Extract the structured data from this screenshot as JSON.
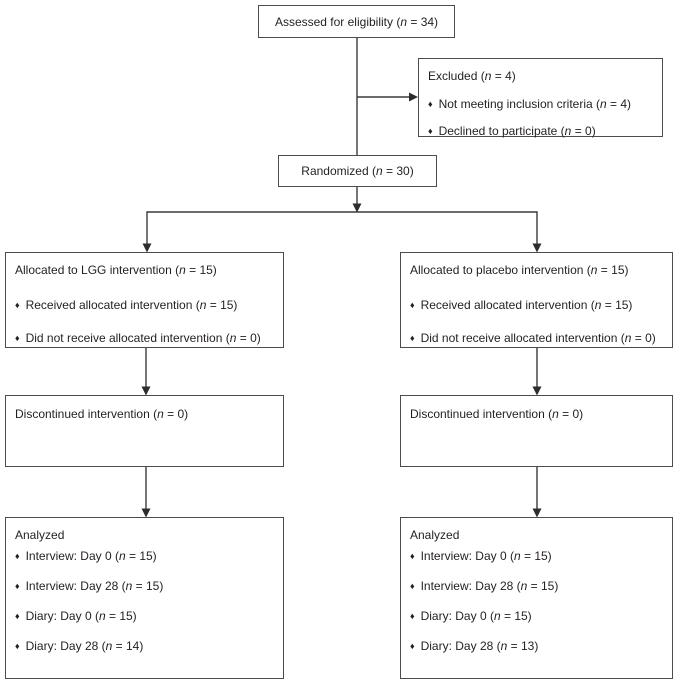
{
  "diagram": {
    "bullet_glyph": "♦",
    "colors": {
      "background": "#ffffff",
      "box_border": "#4c4c4e",
      "connector_line": "#3a3a3c",
      "text": "#231f20"
    },
    "nodes": {
      "assessed": {
        "pre": "Assessed for eligibility (",
        "var": "n",
        "post": " = 34)"
      },
      "excluded": {
        "title": {
          "pre": "Excluded (",
          "var": "n",
          "post": " = 4)"
        },
        "items": [
          {
            "pre": "Not meeting inclusion criteria (",
            "var": "n",
            "post": " = 4)"
          },
          {
            "pre": "Declined to participate (",
            "var": "n",
            "post": " = 0)"
          }
        ]
      },
      "randomized": {
        "pre": "Randomized (",
        "var": "n",
        "post": " = 30)"
      },
      "allocation_lgg": {
        "title": {
          "pre": "Allocated to LGG intervention (",
          "var": "n",
          "post": " = 15)"
        },
        "items": [
          {
            "pre": "Received allocated intervention (",
            "var": "n",
            "post": " = 15)"
          },
          {
            "pre": "Did not receive allocated intervention (",
            "var": "n",
            "post": " = 0)"
          }
        ]
      },
      "allocation_placebo": {
        "title": {
          "pre": "Allocated to placebo intervention (",
          "var": "n",
          "post": " = 15)"
        },
        "items": [
          {
            "pre": "Received allocated intervention (",
            "var": "n",
            "post": " = 15)"
          },
          {
            "pre": "Did not receive allocated intervention (",
            "var": "n",
            "post": " = 0)"
          }
        ]
      },
      "discontinued_lgg": {
        "title": {
          "pre": "Discontinued intervention (",
          "var": "n",
          "post": " = 0)"
        }
      },
      "discontinued_placebo": {
        "title": {
          "pre": "Discontinued intervention (",
          "var": "n",
          "post": " = 0)"
        }
      },
      "analyzed_lgg": {
        "title": {
          "pre": "Analyzed",
          "var": "",
          "post": ""
        },
        "items": [
          {
            "pre": "Interview: Day 0 (",
            "var": "n",
            "post": " = 15)"
          },
          {
            "pre": "Interview: Day 28 (",
            "var": "n",
            "post": " = 15)"
          },
          {
            "pre": "Diary: Day 0 (",
            "var": "n",
            "post": " = 15)"
          },
          {
            "pre": "Diary: Day 28 (",
            "var": "n",
            "post": " = 14)"
          }
        ]
      },
      "analyzed_placebo": {
        "title": {
          "pre": "Analyzed",
          "var": "",
          "post": ""
        },
        "items": [
          {
            "pre": "Interview: Day 0 (",
            "var": "n",
            "post": " = 15)"
          },
          {
            "pre": "Interview: Day 28 (",
            "var": "n",
            "post": " = 15)"
          },
          {
            "pre": "Diary: Day 0 (",
            "var": "n",
            "post": " = 15)"
          },
          {
            "pre": "Diary: Day 28 (",
            "var": "n",
            "post": " = 13)"
          }
        ]
      }
    }
  }
}
